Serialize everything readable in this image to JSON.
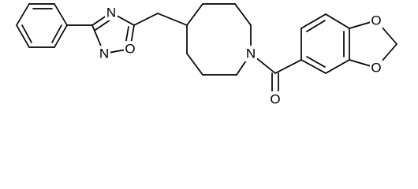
{
  "molecule": {
    "atoms": {
      "oxadiazole_n4": "N",
      "oxadiazole_n2": "N",
      "oxadiazole_o1": "O",
      "piperidine_n": "N",
      "carbonyl_o": "O",
      "dioxole_o_top": "O",
      "dioxole_o_bottom": "O"
    }
  }
}
